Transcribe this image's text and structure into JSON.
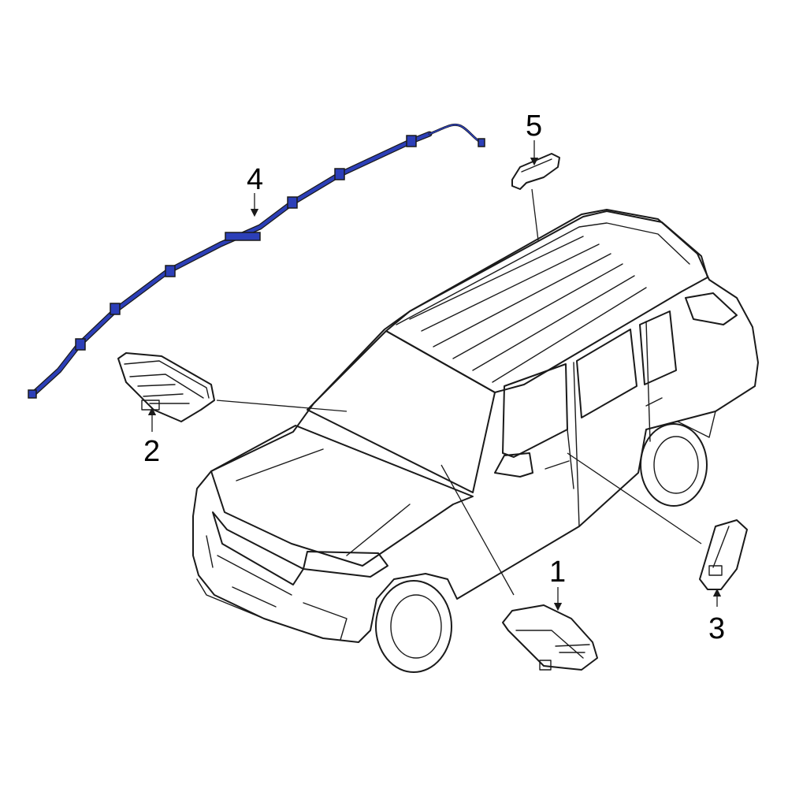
{
  "diagram": {
    "callouts": [
      {
        "id": "1",
        "label": "1"
      },
      {
        "id": "2",
        "label": "2"
      },
      {
        "id": "3",
        "label": "3"
      },
      {
        "id": "4",
        "label": "4"
      },
      {
        "id": "5",
        "label": "5"
      }
    ],
    "highlight_color": "#2c3fb8",
    "line_color": "#1a1a1a"
  }
}
